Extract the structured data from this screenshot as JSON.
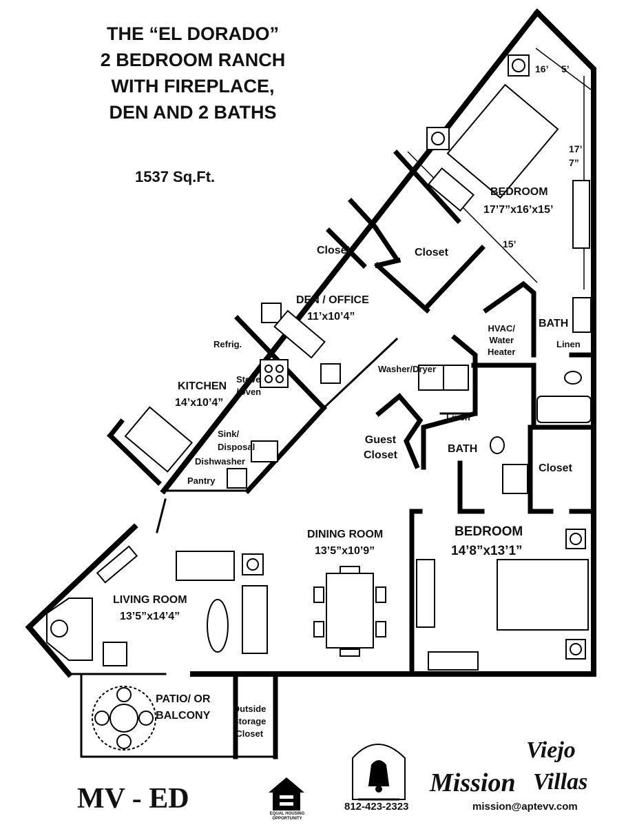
{
  "header": {
    "title_line1": "THE “EL DORADO”",
    "title_line2": "2 BEDROOM RANCH",
    "title_line3": "WITH FIREPLACE,",
    "title_line4": "DEN AND 2 BATHS",
    "area": "1537 Sq.Ft."
  },
  "rooms": {
    "bedroom_main": {
      "name": "BEDROOM",
      "size": "17’7”x16’x15’"
    },
    "closet_upper_left": "Closet",
    "closet_upper_right": "Closet",
    "den": {
      "name": "DEN / OFFICE",
      "size": "11’x10’4”"
    },
    "bath_upper": "BATH",
    "linen_upper": "Linen",
    "hvac": [
      "HVAC/",
      "Water",
      "Heater"
    ],
    "washer_dryer": "Washer/Dryer",
    "linen_lower": "Linen",
    "guest_closet": [
      "Guest",
      "Closet"
    ],
    "bath_lower": "BATH",
    "closet_lower": "Closet",
    "kitchen": {
      "name": "KITCHEN",
      "size": "14’x10’4”"
    },
    "refrig": "Refrig.",
    "stove": [
      "Stove",
      "/Oven"
    ],
    "sink": [
      "Sink/",
      "Disposal"
    ],
    "dishwasher": "Dishwasher",
    "pantry": "Pantry",
    "dining": {
      "name": "DINING ROOM",
      "size": "13’5”x10’9”"
    },
    "bedroom_second": {
      "name": "BEDROOM",
      "size": "14’8”x13’1”"
    },
    "living": {
      "name": "LIVING ROOM",
      "size": "13’5”x14’4”"
    },
    "patio": [
      "PATIO/ OR",
      "BALCONY"
    ],
    "storage": [
      "Outside",
      "Storage",
      "Closet"
    ]
  },
  "dimensions": {
    "dim_16": "16’",
    "dim_5": "5’",
    "dim_17": "17’",
    "dim_7": "7”",
    "dim_15": "15’"
  },
  "footer": {
    "plan_code": "MV - ED",
    "eho_text": "EQUAL HOUSING OPPORTUNITY",
    "phone": "812-423-2323",
    "email": "mission@aptevv.com",
    "brand_word1": "Mission",
    "brand_word2": "Viejo",
    "brand_word3": "Villas"
  }
}
